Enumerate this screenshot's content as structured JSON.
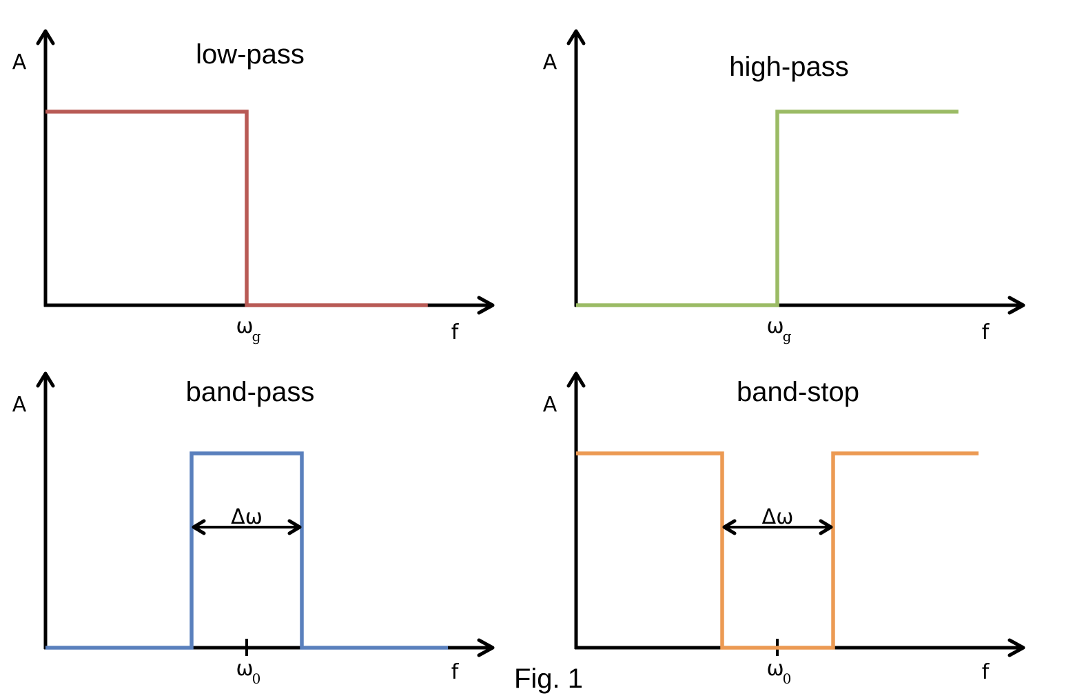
{
  "figure": {
    "caption": "Fig. 1",
    "axis_y_label": "A",
    "axis_x_label": "f",
    "colors": {
      "low_pass": "#b85a55",
      "high_pass": "#9bbb65",
      "band_pass": "#5a80bd",
      "band_stop": "#ec9a53",
      "axis": "#000000"
    }
  },
  "chart_data": [
    {
      "type": "line",
      "title": "low-pass",
      "xlabel": "f",
      "ylabel": "A",
      "x_markers": [
        {
          "label": "ω",
          "subscript": "g",
          "x": 0.5
        }
      ],
      "series": [
        {
          "name": "low-pass",
          "points": [
            [
              0,
              1
            ],
            [
              0.5,
              1
            ],
            [
              0.5,
              0
            ],
            [
              0.95,
              0
            ]
          ]
        }
      ]
    },
    {
      "type": "line",
      "title": "high-pass",
      "xlabel": "f",
      "ylabel": "A",
      "x_markers": [
        {
          "label": "ω",
          "subscript": "g",
          "x": 0.5
        }
      ],
      "series": [
        {
          "name": "high-pass",
          "points": [
            [
              0,
              0
            ],
            [
              0.5,
              0
            ],
            [
              0.5,
              1
            ],
            [
              0.95,
              1
            ]
          ]
        }
      ]
    },
    {
      "type": "line",
      "title": "band-pass",
      "xlabel": "f",
      "ylabel": "A",
      "x_markers": [
        {
          "label": "ω",
          "subscript": "0",
          "x": 0.5,
          "tick": true
        }
      ],
      "annotation": {
        "label": "Δω",
        "from": 0.36,
        "to": 0.64
      },
      "series": [
        {
          "name": "band-pass",
          "points": [
            [
              0,
              0
            ],
            [
              0.36,
              0
            ],
            [
              0.36,
              1
            ],
            [
              0.64,
              1
            ],
            [
              0.64,
              0
            ],
            [
              1.0,
              0
            ]
          ]
        }
      ]
    },
    {
      "type": "line",
      "title": "band-stop",
      "xlabel": "f",
      "ylabel": "A",
      "x_markers": [
        {
          "label": "ω",
          "subscript": "0",
          "x": 0.5,
          "tick": true
        }
      ],
      "annotation": {
        "label": "Δω",
        "from": 0.36,
        "to": 0.64
      },
      "series": [
        {
          "name": "band-stop",
          "points": [
            [
              0,
              1
            ],
            [
              0.36,
              1
            ],
            [
              0.36,
              0
            ],
            [
              0.64,
              0
            ],
            [
              0.64,
              1
            ],
            [
              1.0,
              1
            ]
          ]
        }
      ]
    }
  ]
}
